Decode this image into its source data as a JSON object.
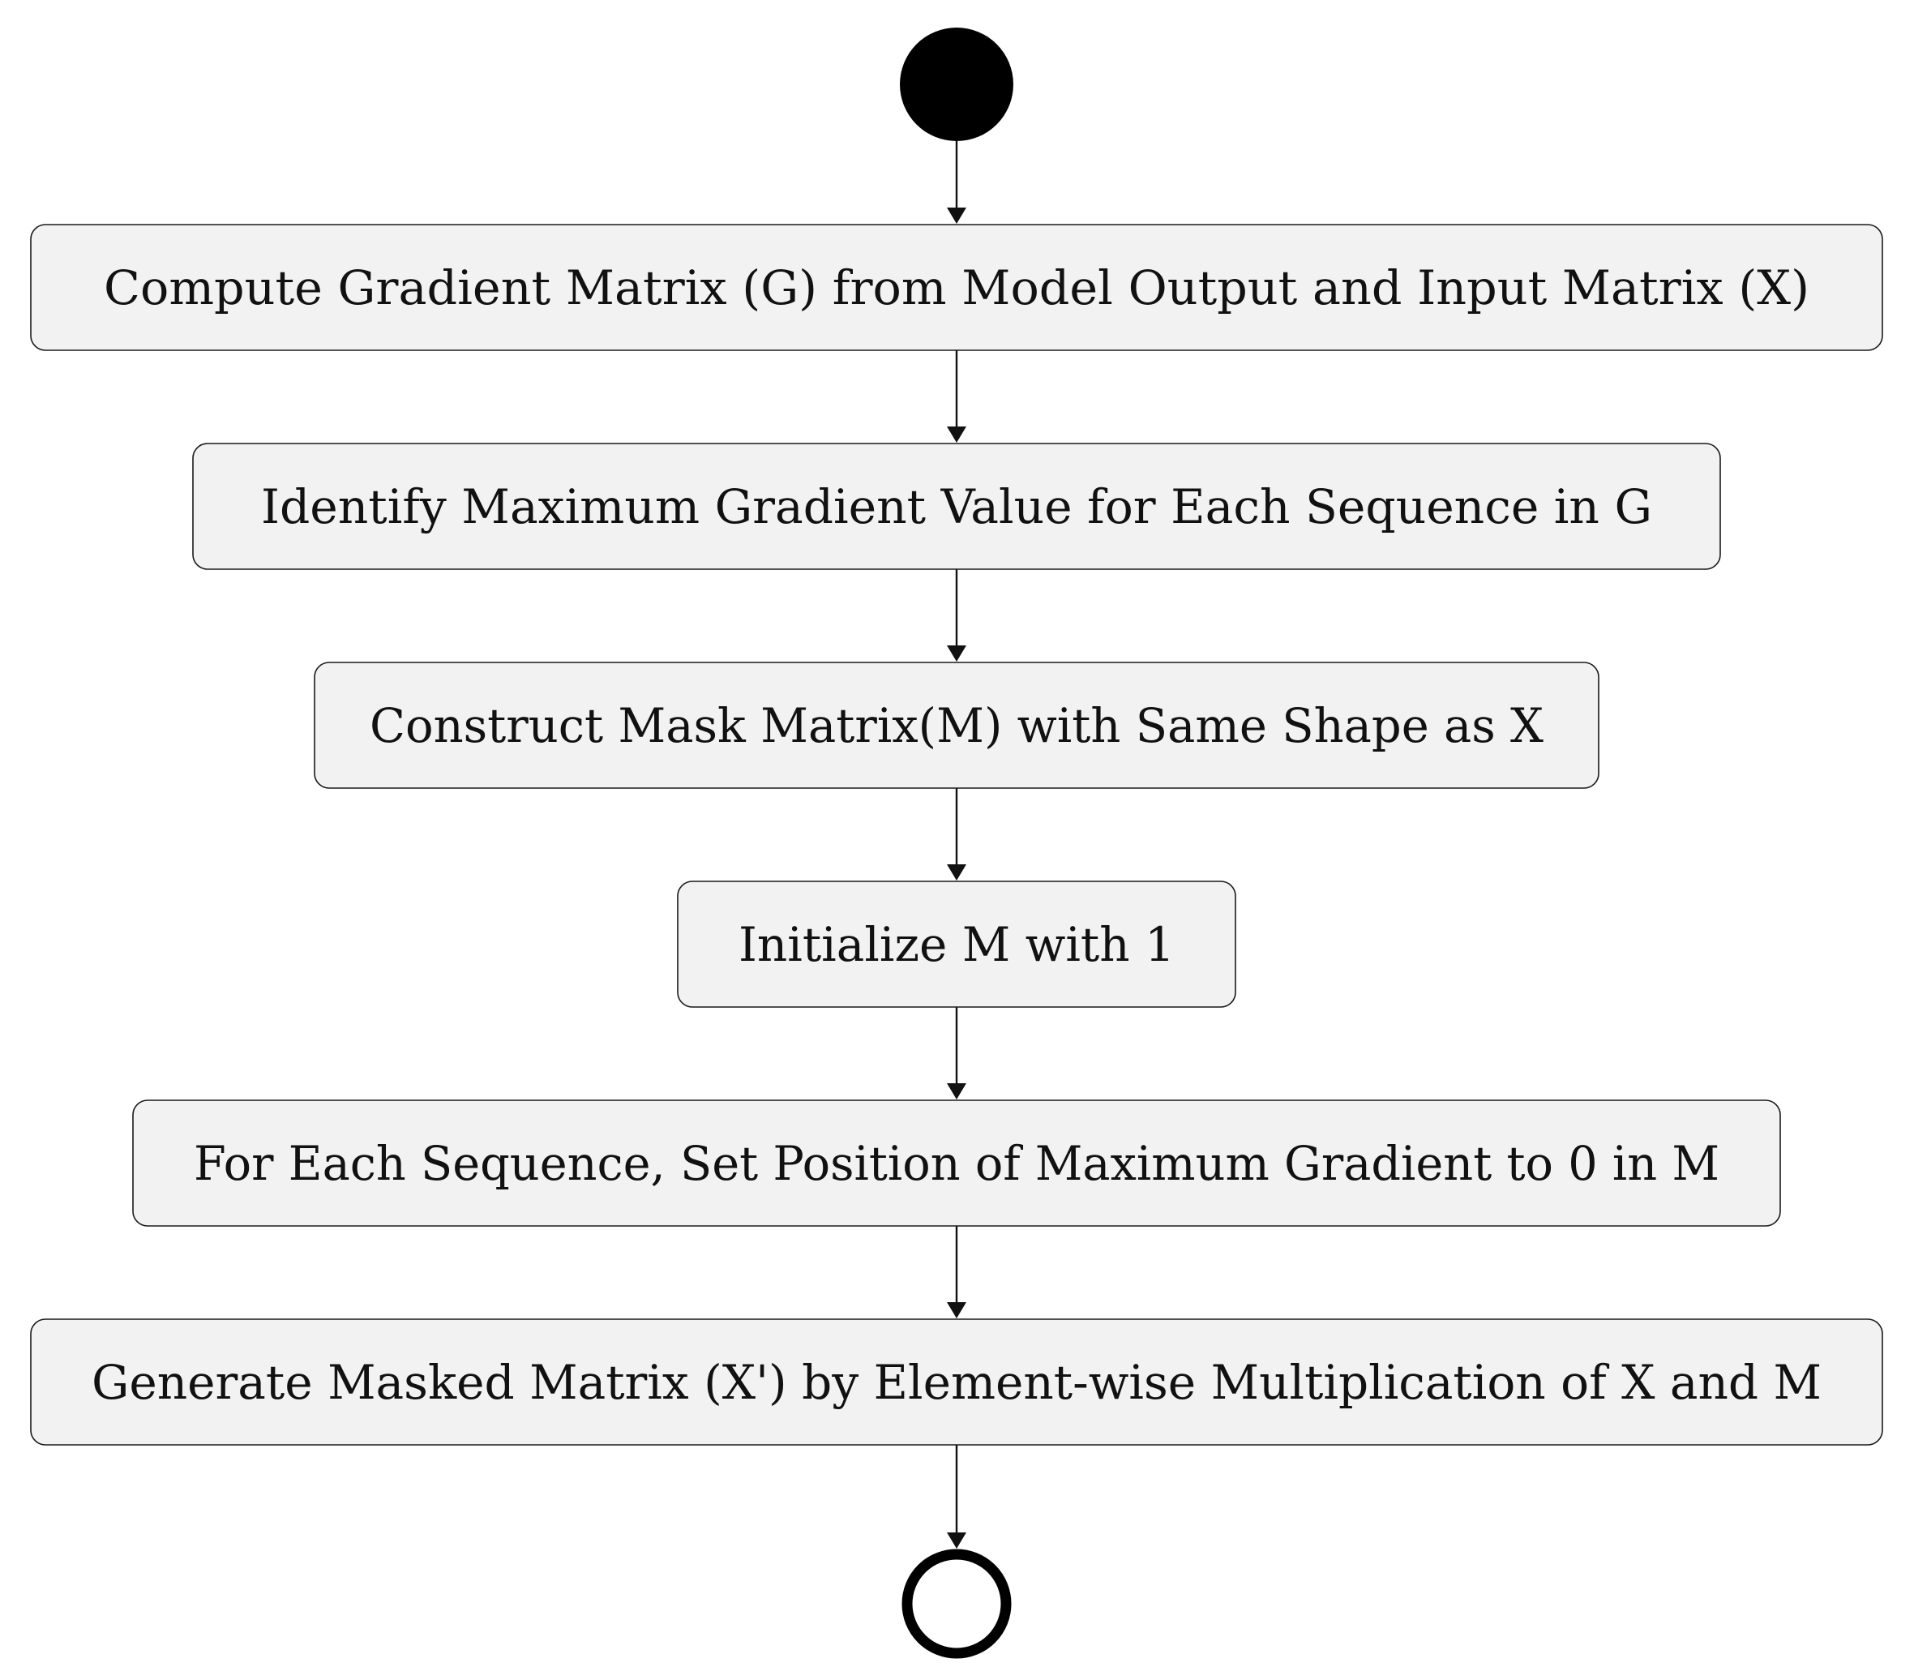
{
  "diagram": {
    "type": "activity",
    "start": "start-node",
    "end": "end-node",
    "steps": [
      {
        "id": "step1",
        "label": "Compute Gradient Matrix (G) from Model Output and Input Matrix (X)"
      },
      {
        "id": "step2",
        "label": "Identify Maximum Gradient Value for Each Sequence in G"
      },
      {
        "id": "step3",
        "label": "Construct Mask Matrix(M) with Same Shape as X"
      },
      {
        "id": "step4",
        "label": "Initialize M with 1"
      },
      {
        "id": "step5",
        "label": "For Each Sequence, Set Position of Maximum Gradient to 0 in M"
      },
      {
        "id": "step6",
        "label": "Generate Masked Matrix (X') by Element-wise Multiplication of X and M"
      }
    ],
    "edges": [
      {
        "from": "start",
        "to": "step1"
      },
      {
        "from": "step1",
        "to": "step2"
      },
      {
        "from": "step2",
        "to": "step3"
      },
      {
        "from": "step3",
        "to": "step4"
      },
      {
        "from": "step4",
        "to": "step5"
      },
      {
        "from": "step5",
        "to": "step6"
      },
      {
        "from": "step6",
        "to": "end"
      }
    ],
    "colors": {
      "node_fill": "#f2f2f2",
      "node_stroke": "#1a1a1a",
      "edge": "#111111",
      "start_fill": "#000000",
      "end_stroke": "#000000"
    }
  }
}
